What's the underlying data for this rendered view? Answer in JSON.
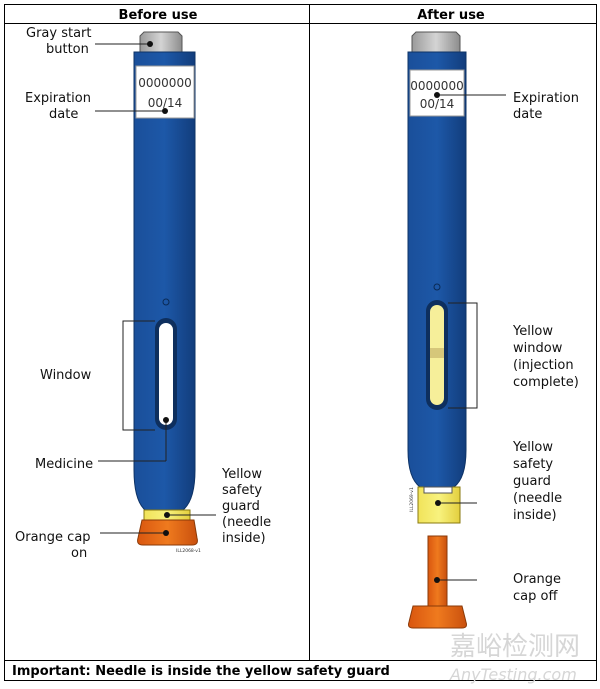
{
  "headers": {
    "before": "Before use",
    "after": "After use"
  },
  "before": {
    "gray_button": [
      "Gray start",
      "button"
    ],
    "expiration": [
      "Expiration",
      "date"
    ],
    "label_number": "0000000",
    "label_date": "00/14",
    "window": "Window",
    "medicine": "Medicine",
    "safety_guard": [
      "Yellow",
      "safety",
      "guard",
      "(needle",
      "inside)"
    ],
    "orange_cap": [
      "Orange cap",
      "on"
    ],
    "code": "ILL2068-v1"
  },
  "after": {
    "expiration": [
      "Expiration",
      "date"
    ],
    "label_number": "0000000",
    "label_date": "00/14",
    "window": [
      "Yellow",
      "window",
      "(injection",
      "complete)"
    ],
    "safety_guard": [
      "Yellow",
      "safety",
      "guard",
      "(needle",
      "inside)"
    ],
    "orange_cap": [
      "Orange",
      "cap off"
    ],
    "code": "ILL2069-v1"
  },
  "footer": "Important: Needle is inside the yellow safety guard",
  "watermark": [
    "嘉峪检测网",
    "AnyTesting.com"
  ]
}
